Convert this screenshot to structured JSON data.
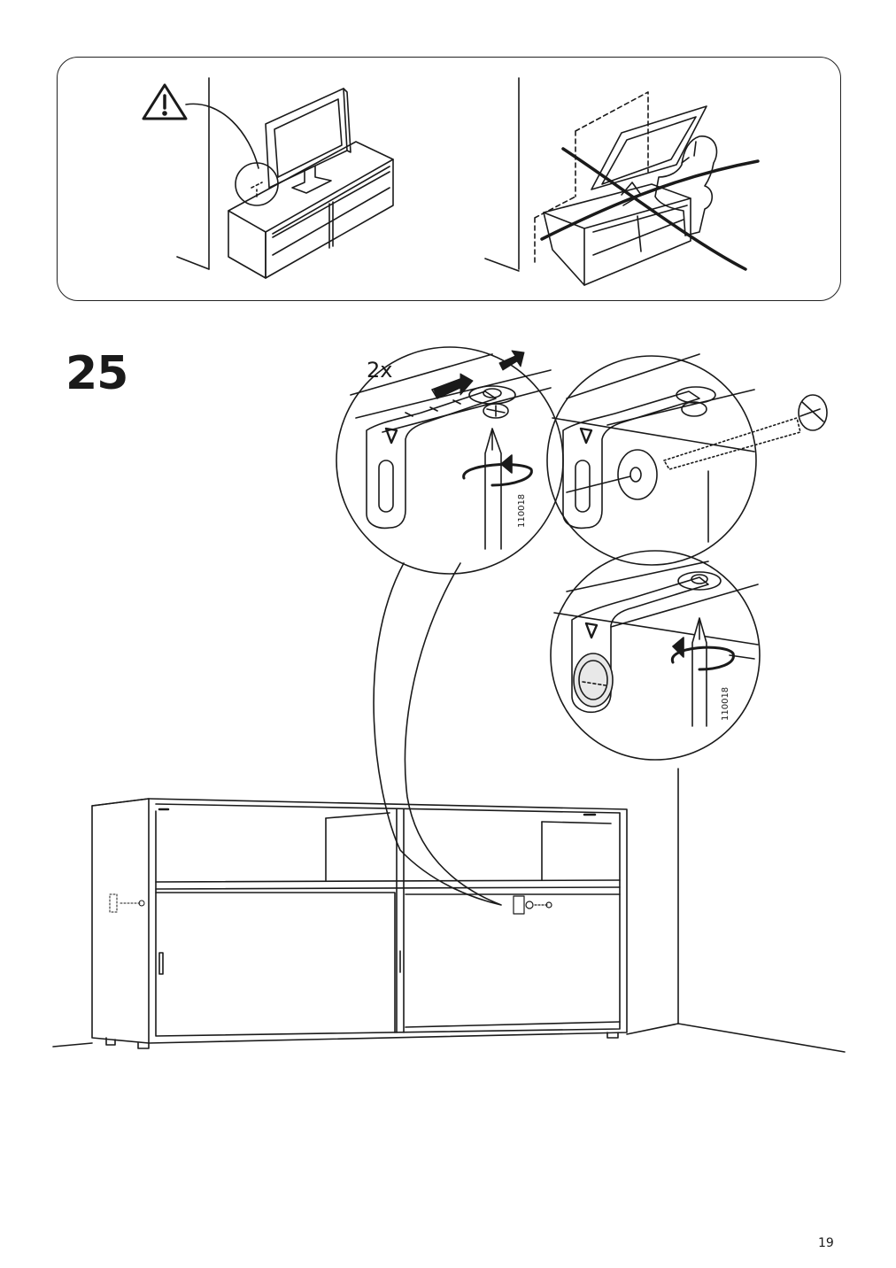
{
  "step": {
    "number": "25",
    "quantity": "2x"
  },
  "tool_code": "110018",
  "page": {
    "number": "19"
  },
  "icons": [
    "warning-icon",
    "screwdriver-icon",
    "screw-icon",
    "wall-plug-icon",
    "rotate-arrow-icon"
  ],
  "colors": {
    "line": "#1a1a1a",
    "background": "#ffffff"
  }
}
